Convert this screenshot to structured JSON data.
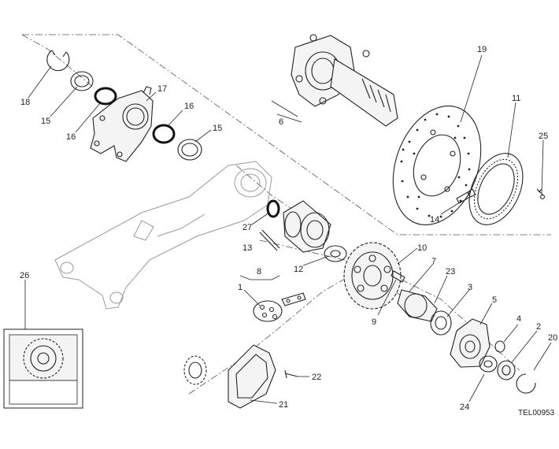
{
  "reference_code": "TEL00953",
  "callouts": [
    {
      "id": "c18",
      "label": "18"
    },
    {
      "id": "c15a",
      "label": "15"
    },
    {
      "id": "c16a",
      "label": "16"
    },
    {
      "id": "c17",
      "label": "17"
    },
    {
      "id": "c16b",
      "label": "16"
    },
    {
      "id": "c15b",
      "label": "15"
    },
    {
      "id": "c6",
      "label": "6"
    },
    {
      "id": "c19",
      "label": "19"
    },
    {
      "id": "c11",
      "label": "11"
    },
    {
      "id": "c25",
      "label": "25"
    },
    {
      "id": "c14",
      "label": "14"
    },
    {
      "id": "c27",
      "label": "27"
    },
    {
      "id": "c13",
      "label": "13"
    },
    {
      "id": "c12",
      "label": "12"
    },
    {
      "id": "c10",
      "label": "10"
    },
    {
      "id": "c7",
      "label": "7"
    },
    {
      "id": "c23",
      "label": "23"
    },
    {
      "id": "c3",
      "label": "3"
    },
    {
      "id": "c5",
      "label": "5"
    },
    {
      "id": "c8",
      "label": "8"
    },
    {
      "id": "c1",
      "label": "1"
    },
    {
      "id": "c9",
      "label": "9"
    },
    {
      "id": "c26",
      "label": "26"
    },
    {
      "id": "c4",
      "label": "4"
    },
    {
      "id": "c2",
      "label": "2"
    },
    {
      "id": "c20",
      "label": "20"
    },
    {
      "id": "c22",
      "label": "22"
    },
    {
      "id": "c21",
      "label": "21"
    },
    {
      "id": "c24",
      "label": "24"
    }
  ]
}
